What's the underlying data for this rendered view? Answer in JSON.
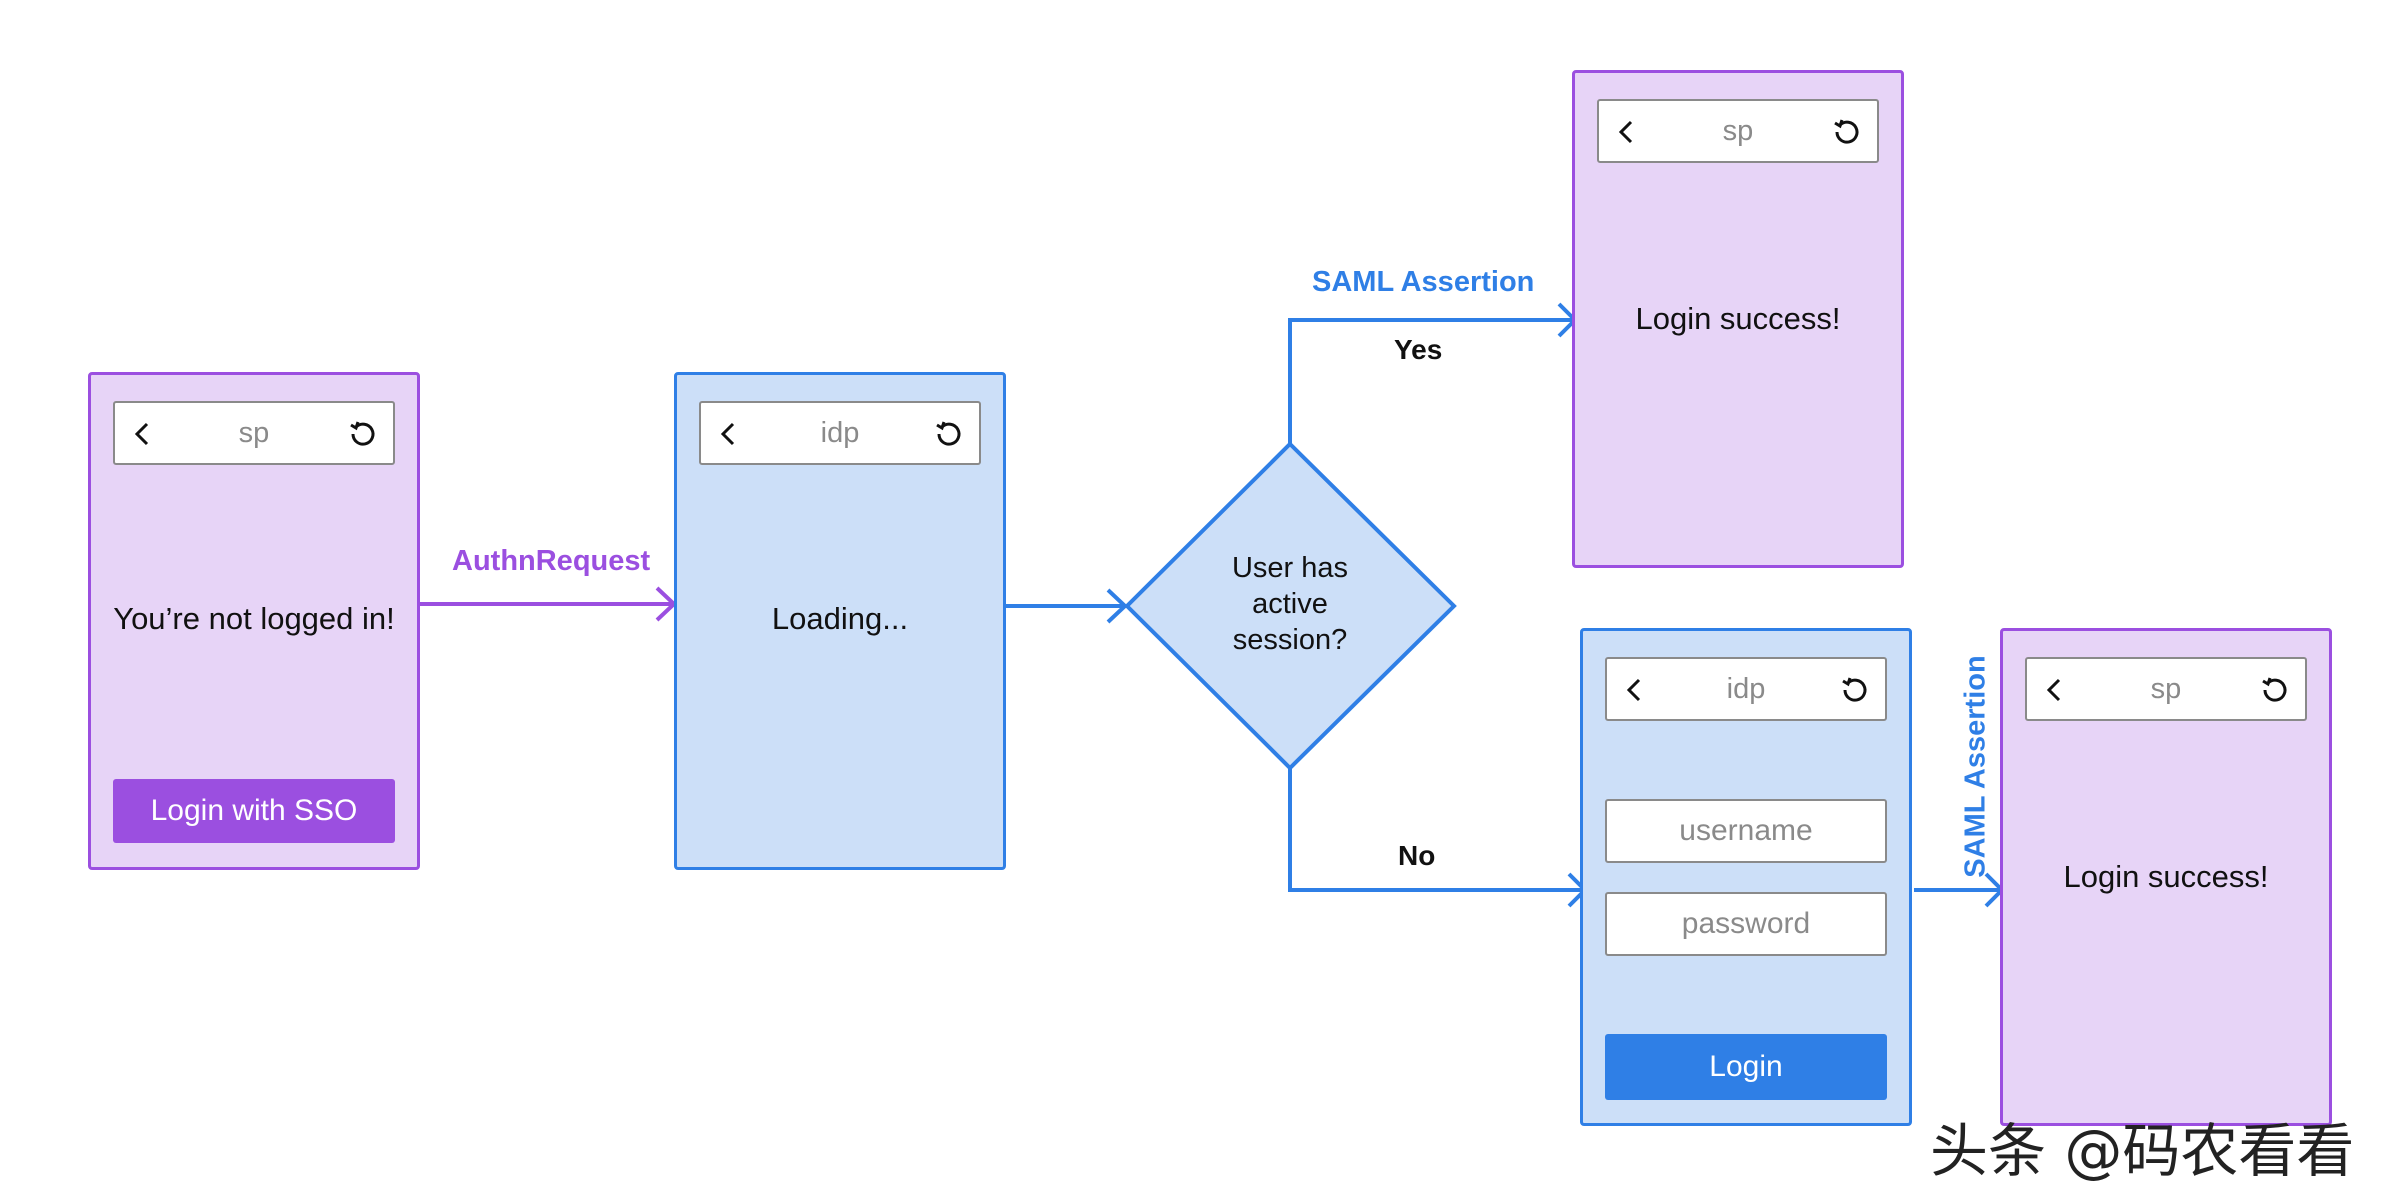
{
  "colors": {
    "sp_fill": "#e7d4f7",
    "sp_border": "#9b4fe0",
    "idp_fill": "#ccdff8",
    "idp_border": "#2f7fe6",
    "text": "#111111",
    "placeholder": "#8a8a8a"
  },
  "icons": {
    "back": "chevron-left-icon",
    "refresh": "refresh-icon"
  },
  "sp_start": {
    "host": "sp",
    "message": "You’re not logged in!",
    "button": "Login with SSO"
  },
  "idp_loading": {
    "host": "idp",
    "message": "Loading..."
  },
  "decision": {
    "text": "User has active session?"
  },
  "sp_success_top": {
    "host": "sp",
    "message": "Login success!"
  },
  "idp_login": {
    "host": "idp",
    "username_placeholder": "username",
    "password_placeholder": "password",
    "button": "Login"
  },
  "sp_success_bottom": {
    "host": "sp",
    "message": "Login success!"
  },
  "edges": {
    "authn_request": "AuthnRequest",
    "saml_assertion_top": "SAML Assertion",
    "yes": "Yes",
    "no": "No",
    "saml_assertion_bottom": "SAML Assertion"
  },
  "watermark": "头条 @码农看看"
}
